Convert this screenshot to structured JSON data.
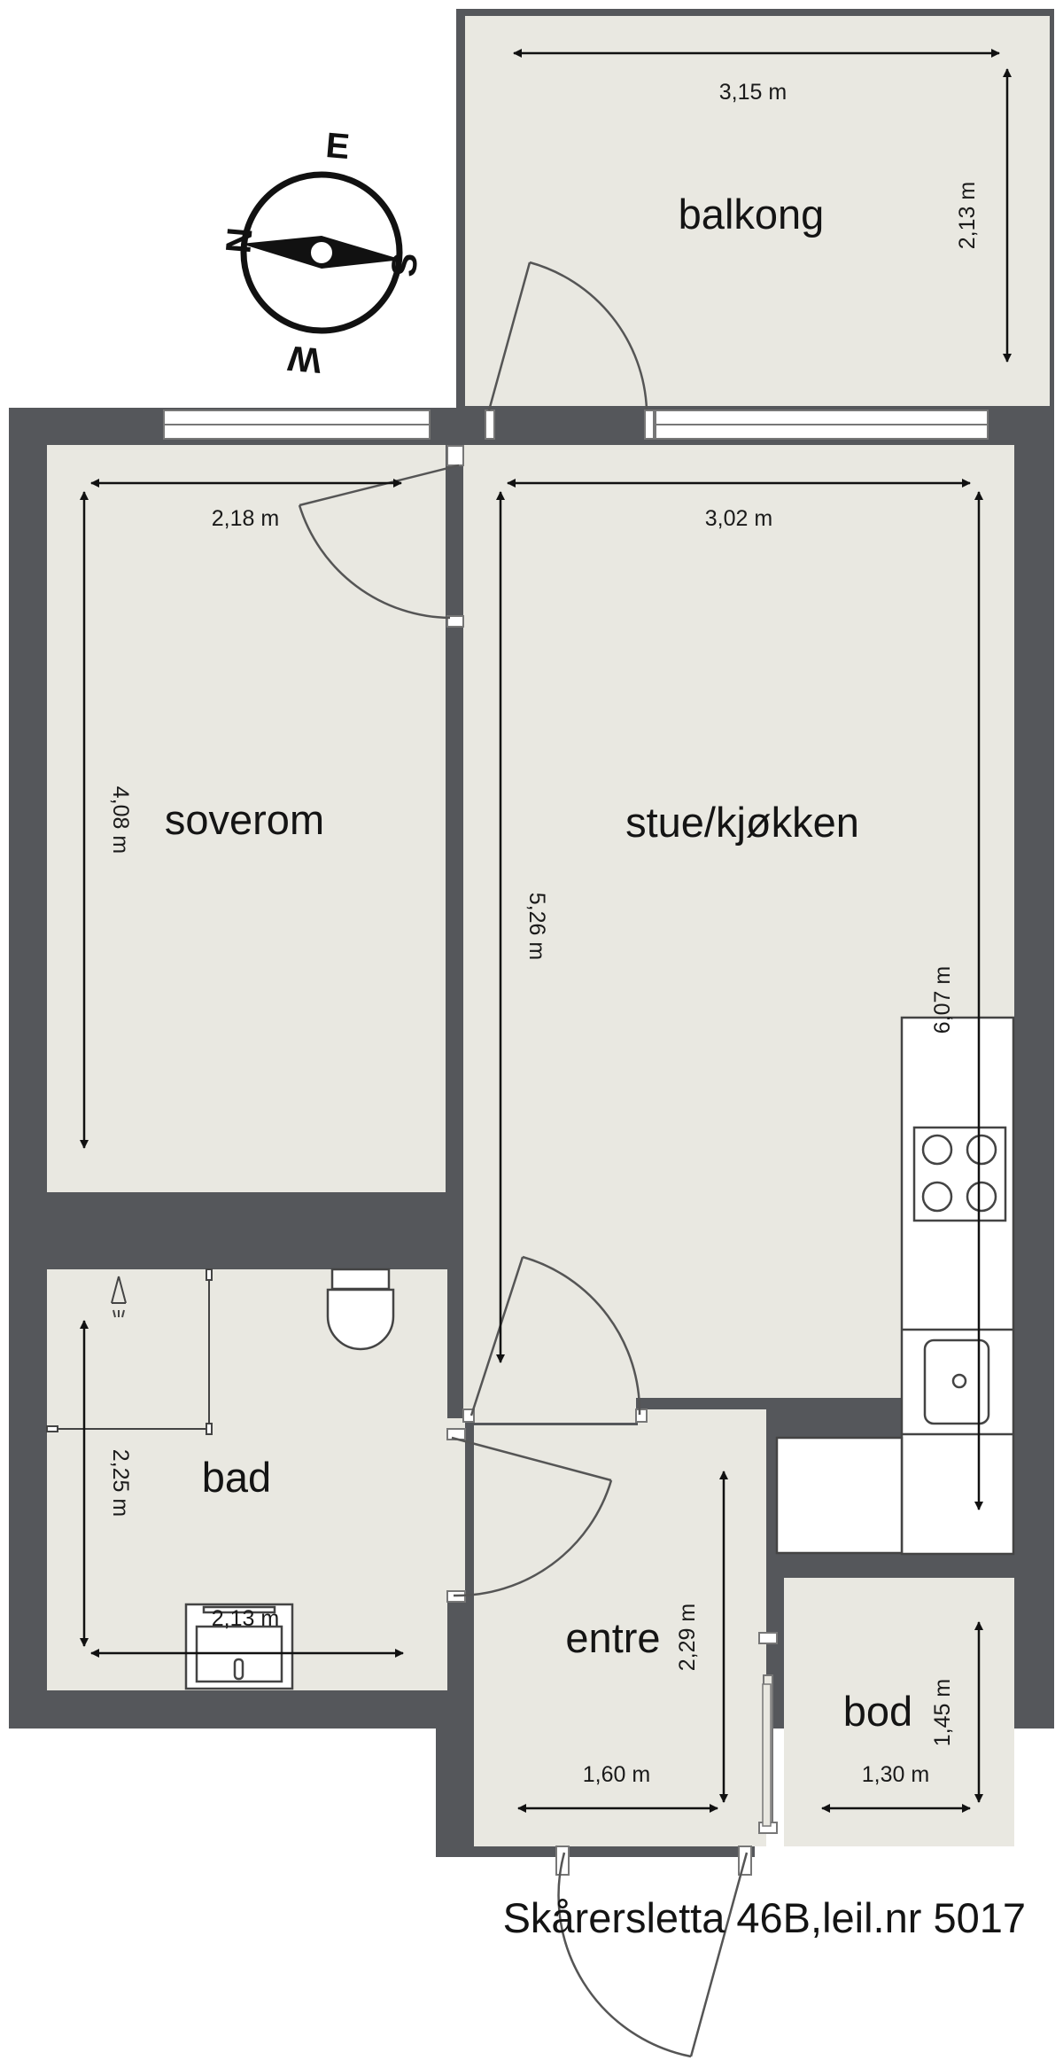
{
  "colors": {
    "wall": "#55575b",
    "floor": "#e9e8e1",
    "line": "#555555",
    "text": "#141414",
    "background": "#ffffff"
  },
  "rooms": {
    "balcony": "balkong",
    "bedroom": "soverom",
    "living_kitchen": "stue/kjøkken",
    "bathroom": "bad",
    "hallway": "entre",
    "storage": "bod"
  },
  "dimensions": {
    "balcony_width": "3,15 m",
    "balcony_depth": "2,13 m",
    "bedroom_width": "2,18 m",
    "bedroom_length": "4,08 m",
    "living_width": "3,02 m",
    "living_length_left": "5,26 m",
    "living_length_right": "6,07 m",
    "bath_length": "2,25 m",
    "bath_width": "2,13 m",
    "hall_depth": "2,29 m",
    "hall_width": "1,60 m",
    "storage_depth": "1,45 m",
    "storage_width": "1,30 m"
  },
  "compass": {
    "north": "N",
    "south": "S",
    "east": "E",
    "west": "W"
  },
  "address": "Skårersletta 46B,leil.nr 5017"
}
